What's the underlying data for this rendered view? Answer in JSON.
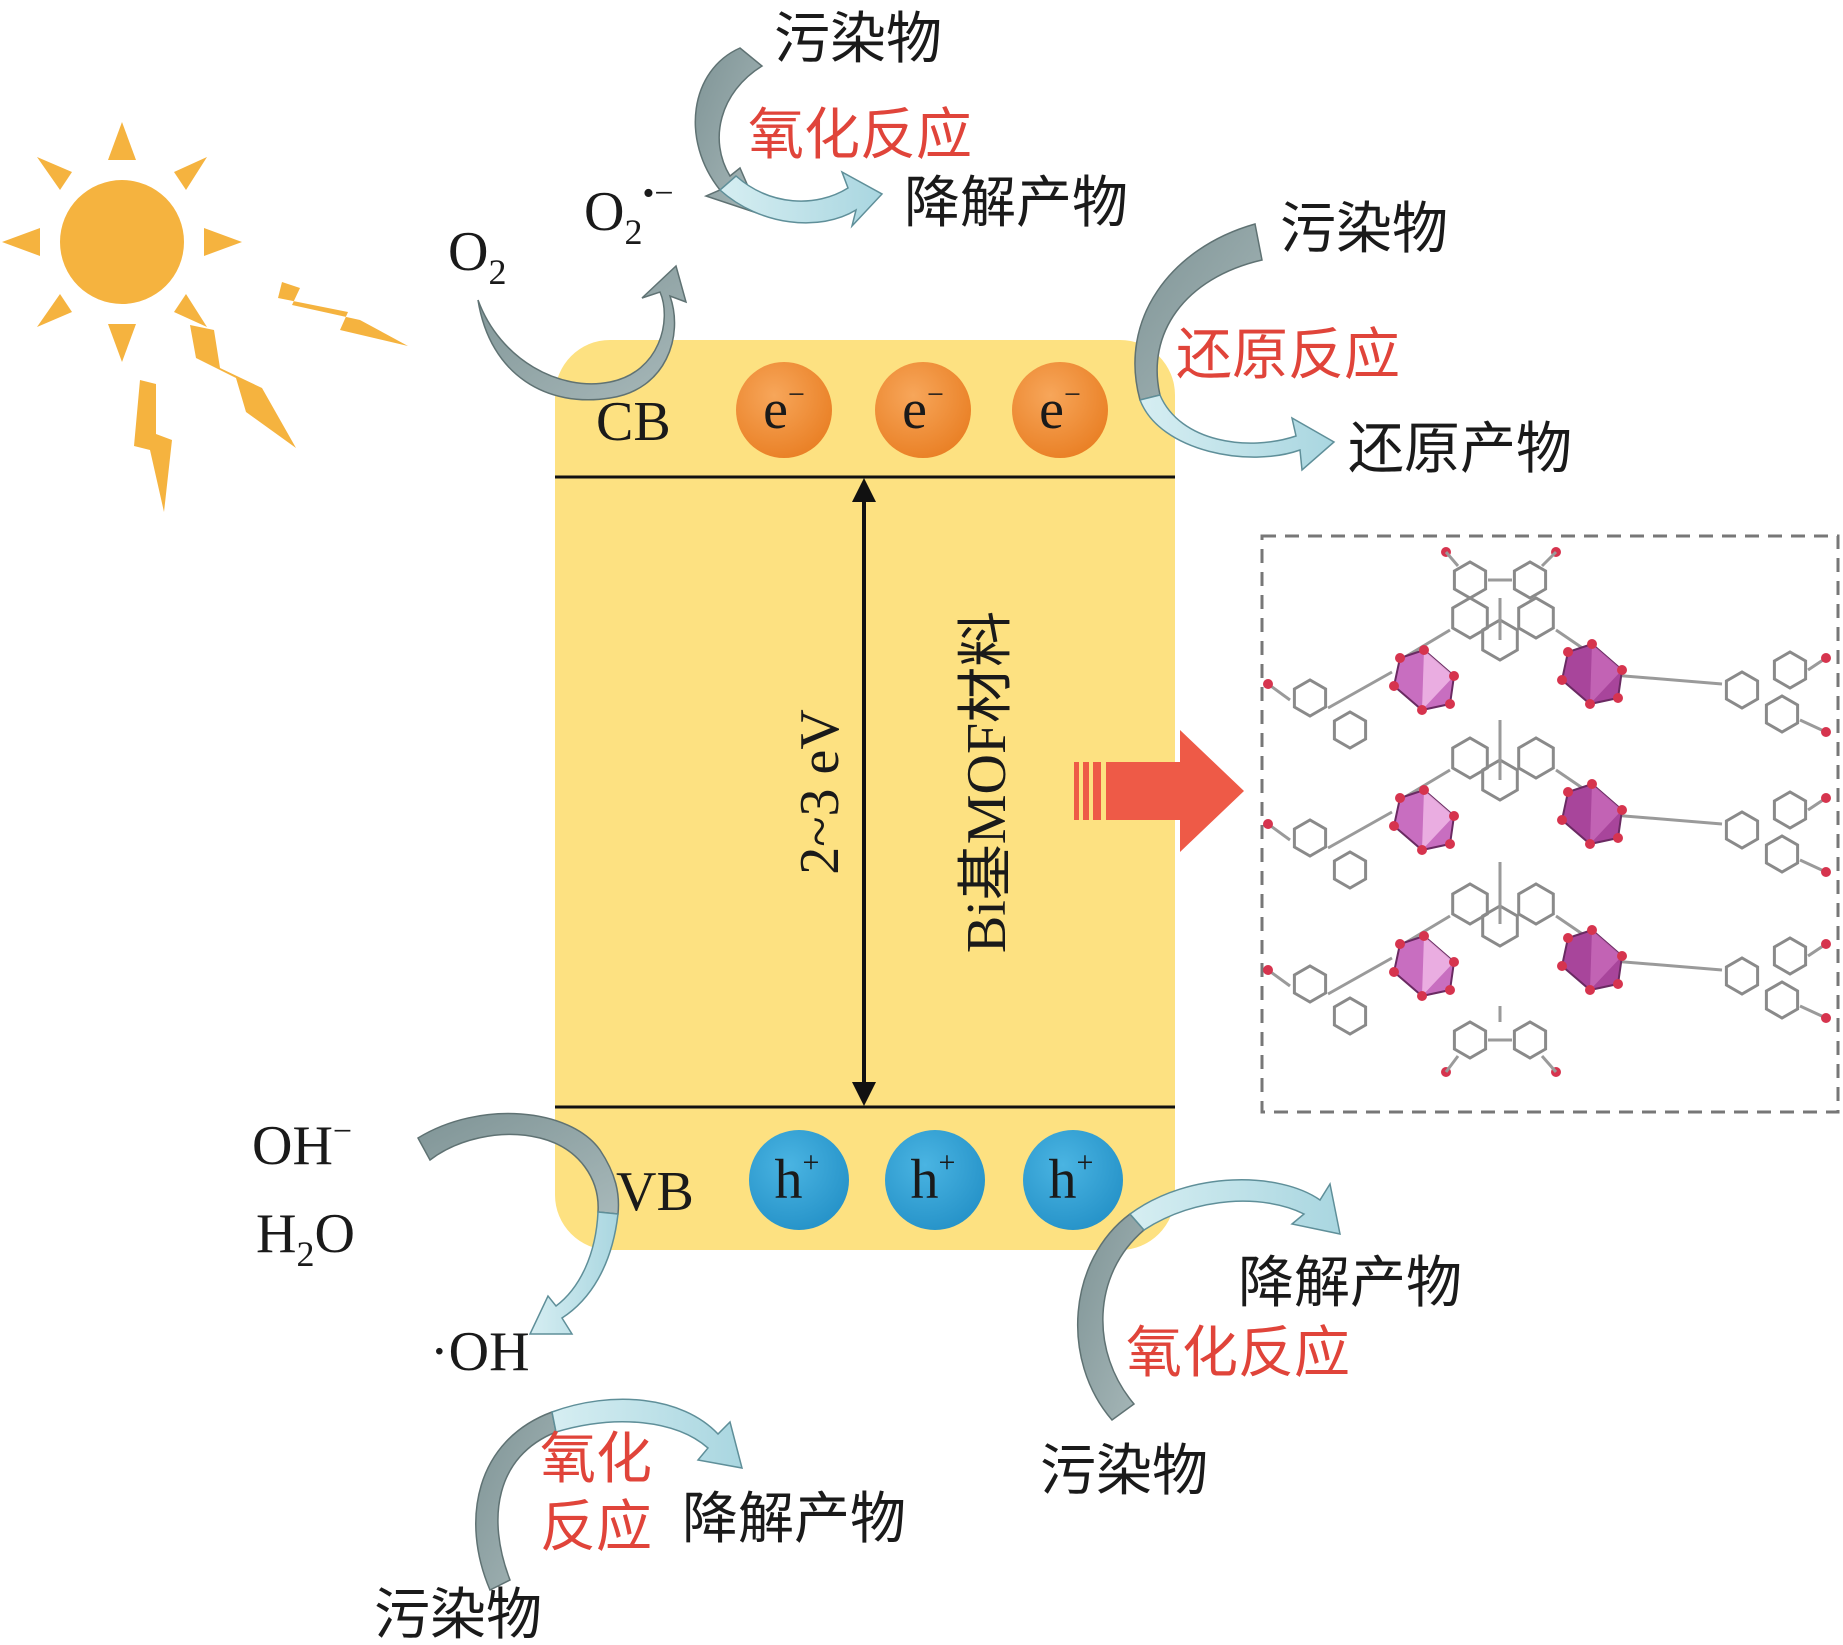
{
  "colors": {
    "band": "#fde181",
    "sun": "#f5b33f",
    "electron": "#ef8a2e",
    "hole": "#2f9fd3",
    "reaction_text": "#e0443a",
    "arrow_dark": "#8fa2a3",
    "arrow_light": "#bfe1e8",
    "big_arrow": "#ee5a47",
    "atom_red": "#d6344e",
    "octahedron": "#b14fa3"
  },
  "band": {
    "cb_label": "CB",
    "vb_label": "VB",
    "gap_label": "2~3 eV",
    "material_label": "Bi基MOF材料",
    "electron_base": "e",
    "electron_sup": "−",
    "hole_base": "h",
    "hole_sup": "+"
  },
  "top": {
    "o2": "O",
    "o2_sub": "2",
    "superoxide": "O",
    "superoxide_sub": "2",
    "superoxide_sup": "•−",
    "pollutant": "污染物",
    "reaction": "氧化反应",
    "product": "降解产物"
  },
  "right_top": {
    "pollutant": "污染物",
    "reaction": "还原反应",
    "product": "还原产物"
  },
  "left_bottom": {
    "oh_minus": "OH",
    "oh_minus_sup": "−",
    "water": "H",
    "water_sub": "2",
    "water_tail": "O",
    "hydroxyl": "·OH"
  },
  "bottom_left": {
    "reaction_line1": "氧化",
    "reaction_line2": "反应",
    "product": "降解产物",
    "pollutant": "污染物"
  },
  "bottom_right": {
    "product": "降解产物",
    "reaction": "氧化反应",
    "pollutant": "污染物"
  }
}
